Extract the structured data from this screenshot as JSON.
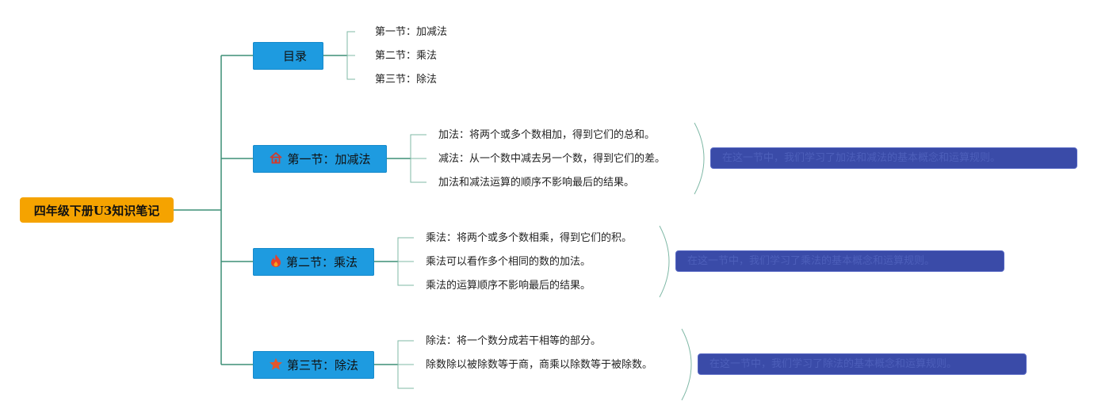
{
  "colors": {
    "root": "#f5a300",
    "branch": "#1e9be0",
    "connector_main": "#3d8f77",
    "connector_leaf": "#7fb8a6",
    "summary_bg": "#3a4ba8"
  },
  "root": {
    "label": "四年级下册U3知识笔记"
  },
  "branches": [
    {
      "label": "目录",
      "icon": "list-icon",
      "leaves": [
        "第一节：加减法",
        "第二节：乘法",
        "第三节：除法"
      ],
      "summary": ""
    },
    {
      "label": "第一节：加减法",
      "icon": "home-icon",
      "leaves": [
        "加法：将两个或多个数相加，得到它们的总和。",
        "减法：从一个数中减去另一个数，得到它们的差。",
        "加法和减法运算的顺序不影响最后的结果。"
      ],
      "summary": "在这一节中，我们学习了加法和减法的基本概念和运算规则。"
    },
    {
      "label": "第二节：乘法",
      "icon": "fire-icon",
      "leaves": [
        "乘法：将两个或多个数相乘，得到它们的积。",
        "乘法可以看作多个相同的数的加法。",
        "乘法的运算顺序不影响最后的结果。"
      ],
      "summary": "在这一节中，我们学习了乘法的基本概念和运算规则。"
    },
    {
      "label": "第三节：除法",
      "icon": "star-icon",
      "leaves": [
        "除法：将一个数分成若干相等的部分。",
        "除数除以被除数等于商，商乘以除数等于被除数。",
        ""
      ],
      "summary": "在这一节中，我们学习了除法的基本概念和运算规则。"
    }
  ]
}
